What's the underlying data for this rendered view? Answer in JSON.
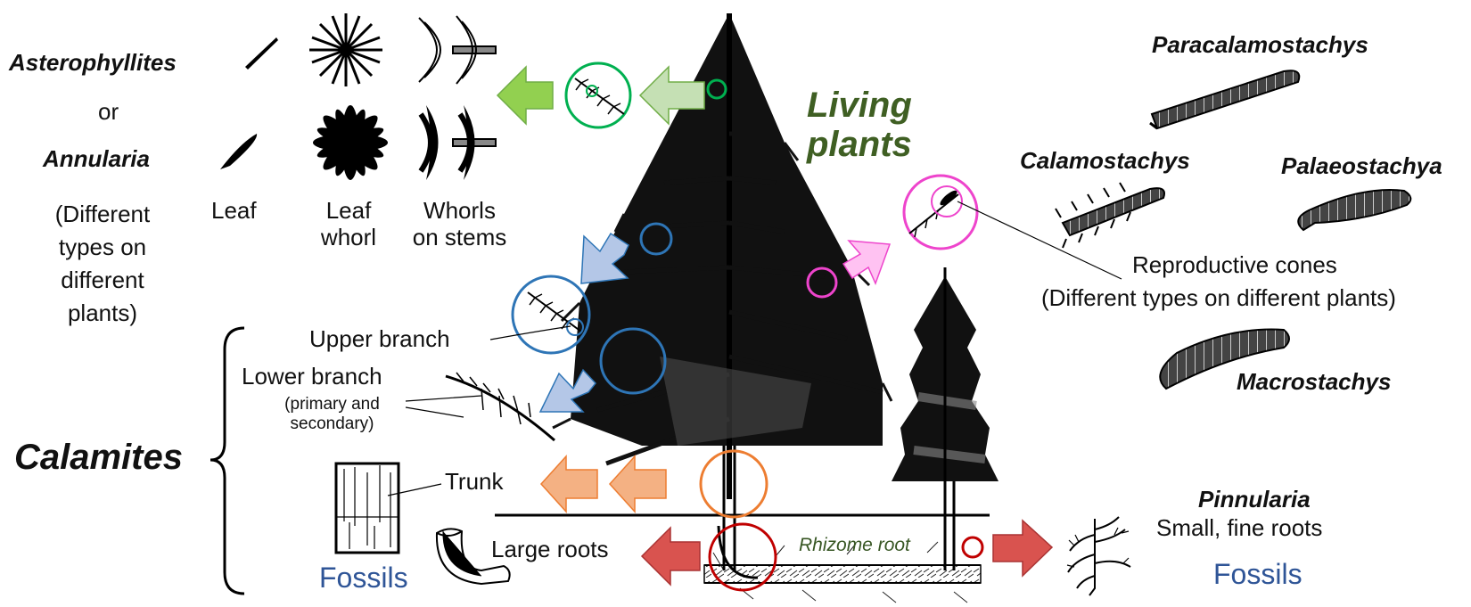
{
  "colors": {
    "green_arrow": "#92d050",
    "green_arrow_light": "#c5e0b4",
    "green_circle": "#00b050",
    "blue_arrow": "#b4c7e7",
    "blue_circle": "#2e75b6",
    "pink_arrow": "#ffc2f2",
    "pink_circle": "#ee44cc",
    "orange_arrow": "#f4b183",
    "orange_circle": "#ed7d31",
    "red_arrow": "#d9534f",
    "red_circle": "#c00000",
    "fossils_text": "#2f5597",
    "living_text": "#3f5f23"
  },
  "labels": {
    "asterophyllites": "Asterophyllites",
    "or": "or",
    "annularia": "Annularia",
    "different_types": "(Different\ntypes on\ndifferent\nplants)",
    "leaf": "Leaf",
    "leaf_whorl": "Leaf\nwhorl",
    "whorls_on_stems": "Whorls\non stems",
    "living_plants": "Living\nplants",
    "upper_branch": "Upper  branch",
    "lower_branch": "Lower  branch",
    "lower_branch_note": "(primary and\nsecondary)",
    "calamites": "Calamites",
    "trunk": "Trunk",
    "large_roots": "Large roots",
    "fossils_left": "Fossils",
    "rhizome_root": "Rhizome root",
    "paracalamostachys": "Paracalamostachys",
    "calamostachys": "Calamostachys",
    "palaeostachya": "Palaeostachya",
    "reproductive_cones": "Reproductive cones",
    "cones_note": "(Different types on different plants)",
    "macrostachys": "Macrostachys",
    "pinnularia": "Pinnularia",
    "small_fine_roots": "Small, fine roots",
    "fossils_right": "Fossils"
  }
}
